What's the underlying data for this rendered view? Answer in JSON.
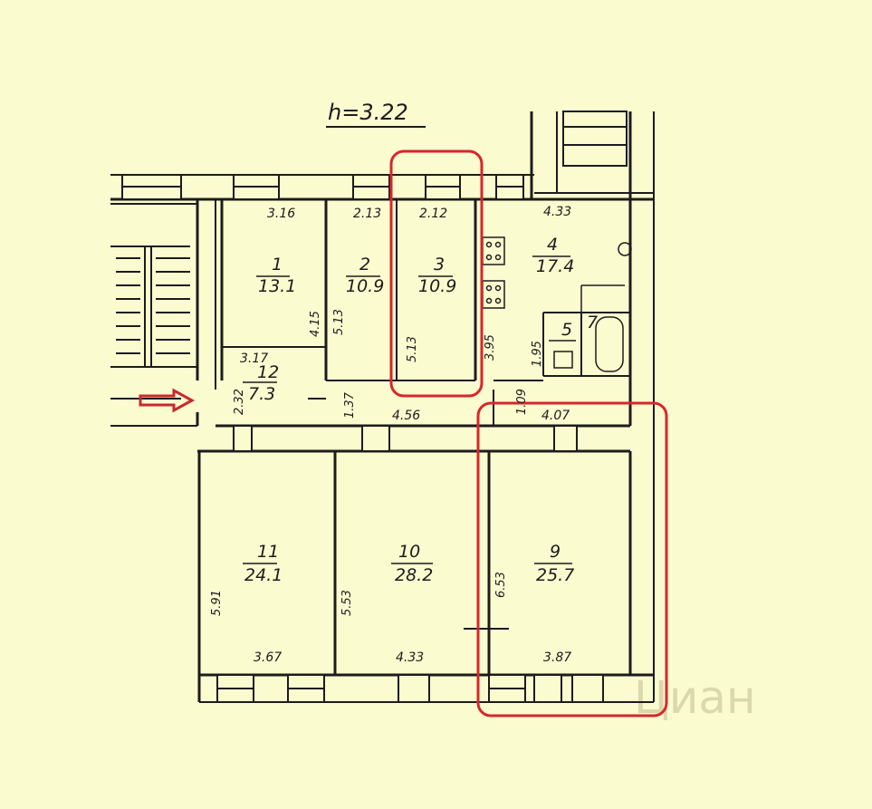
{
  "plan_title": "h=3.22",
  "rooms": [
    {
      "number": "1",
      "area": "13.1"
    },
    {
      "number": "2",
      "area": "10.9"
    },
    {
      "number": "3",
      "area": "10.9"
    },
    {
      "number": "4",
      "area": "17.4"
    },
    {
      "number": "5",
      "area": ""
    },
    {
      "number": "7",
      "area": ""
    },
    {
      "number": "12",
      "area": "7.3"
    },
    {
      "number": "11",
      "area": "24.1"
    },
    {
      "number": "10",
      "area": "28.2"
    },
    {
      "number": "9",
      "area": "25.7"
    }
  ],
  "dimensions": {
    "r1_top": "3.16",
    "r2_top": "2.13",
    "r3_top": "2.12",
    "r4_top": "4.33",
    "r12_top": "3.17",
    "corridor": "4.56",
    "r9_top": "4.07",
    "r11_bottom": "3.67",
    "r10_bottom": "4.33",
    "r9_bottom": "3.87",
    "v_415": "4.15",
    "v_513a": "5.13",
    "v_513b": "5.13",
    "v_395": "3.95",
    "v_195": "1.95",
    "v_232": "2.32",
    "v_137": "1.37",
    "v_109": "1.09",
    "v_591": "5.91",
    "v_553": "5.53",
    "v_653": "6.53"
  },
  "watermark": "Циан",
  "colors": {
    "background": "#fbfbd0",
    "ink": "#1c1c1c",
    "highlight": "#d8262b",
    "arrow": "#c8282c"
  }
}
